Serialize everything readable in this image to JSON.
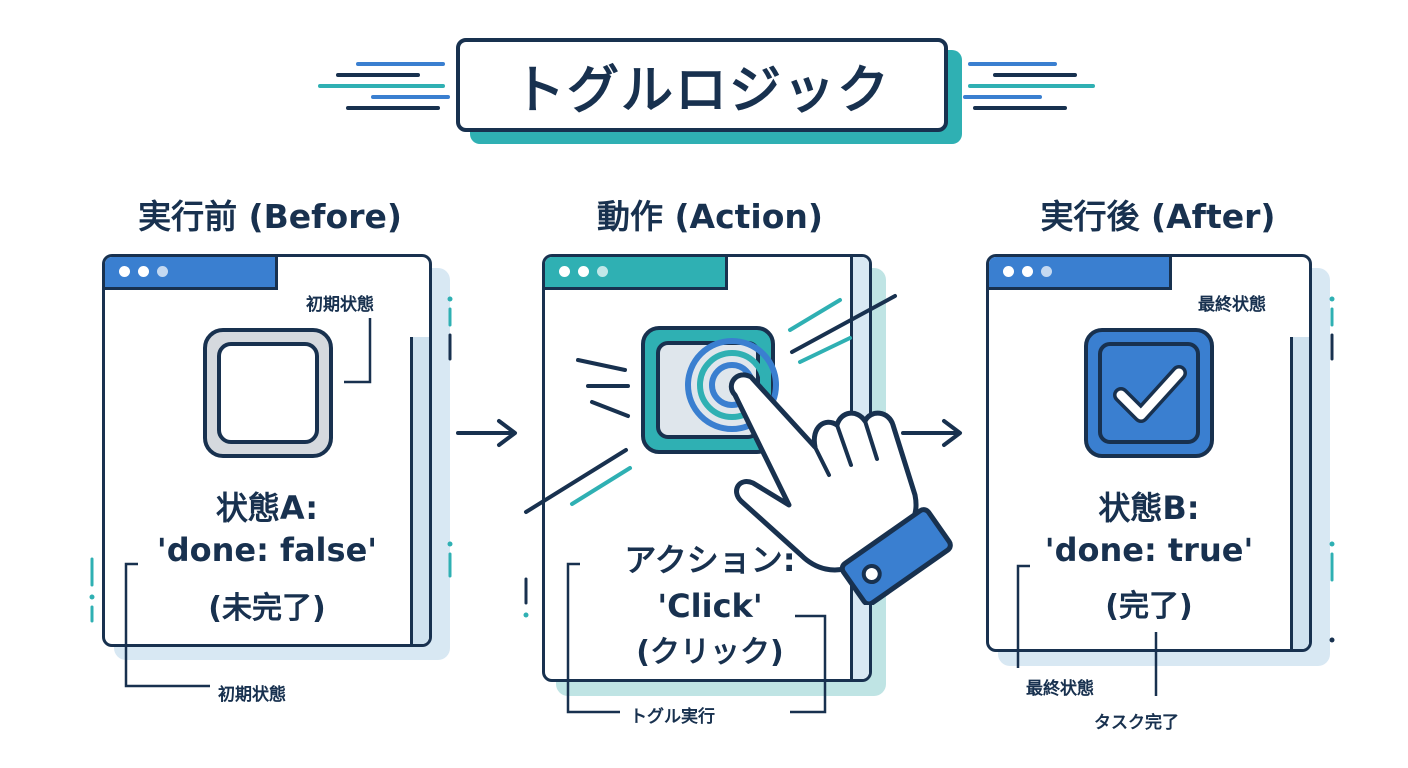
{
  "title": "トグルロジック",
  "columns": [
    {
      "heading": "実行前 (Before)",
      "corner_label": "初期状態",
      "state_line1": "状態A:",
      "state_line2": "'done: false'",
      "state_line3": "(未完了)",
      "bottom_label": "初期状態",
      "checkbox": "unchecked"
    },
    {
      "heading": "動作 (Action)",
      "state_line1": "アクション:",
      "state_line2": "'Click'",
      "state_line3": "(クリック)",
      "bottom_label": "トグル実行",
      "icon": "hand-pointer-icon"
    },
    {
      "heading": "実行後 (After)",
      "corner_label": "最終状態",
      "state_line1": "状態B:",
      "state_line2": "'done: true'",
      "state_line3": "(完了)",
      "bottom_label_1": "最終状態",
      "bottom_label_2": "タスク完了",
      "checkbox": "checked"
    }
  ],
  "colors": {
    "ink": "#18314f",
    "teal": "#2fb0b3",
    "blue": "#3a7fd0",
    "light_blue": "#d8e8f3",
    "gray": "#b8bec6"
  }
}
